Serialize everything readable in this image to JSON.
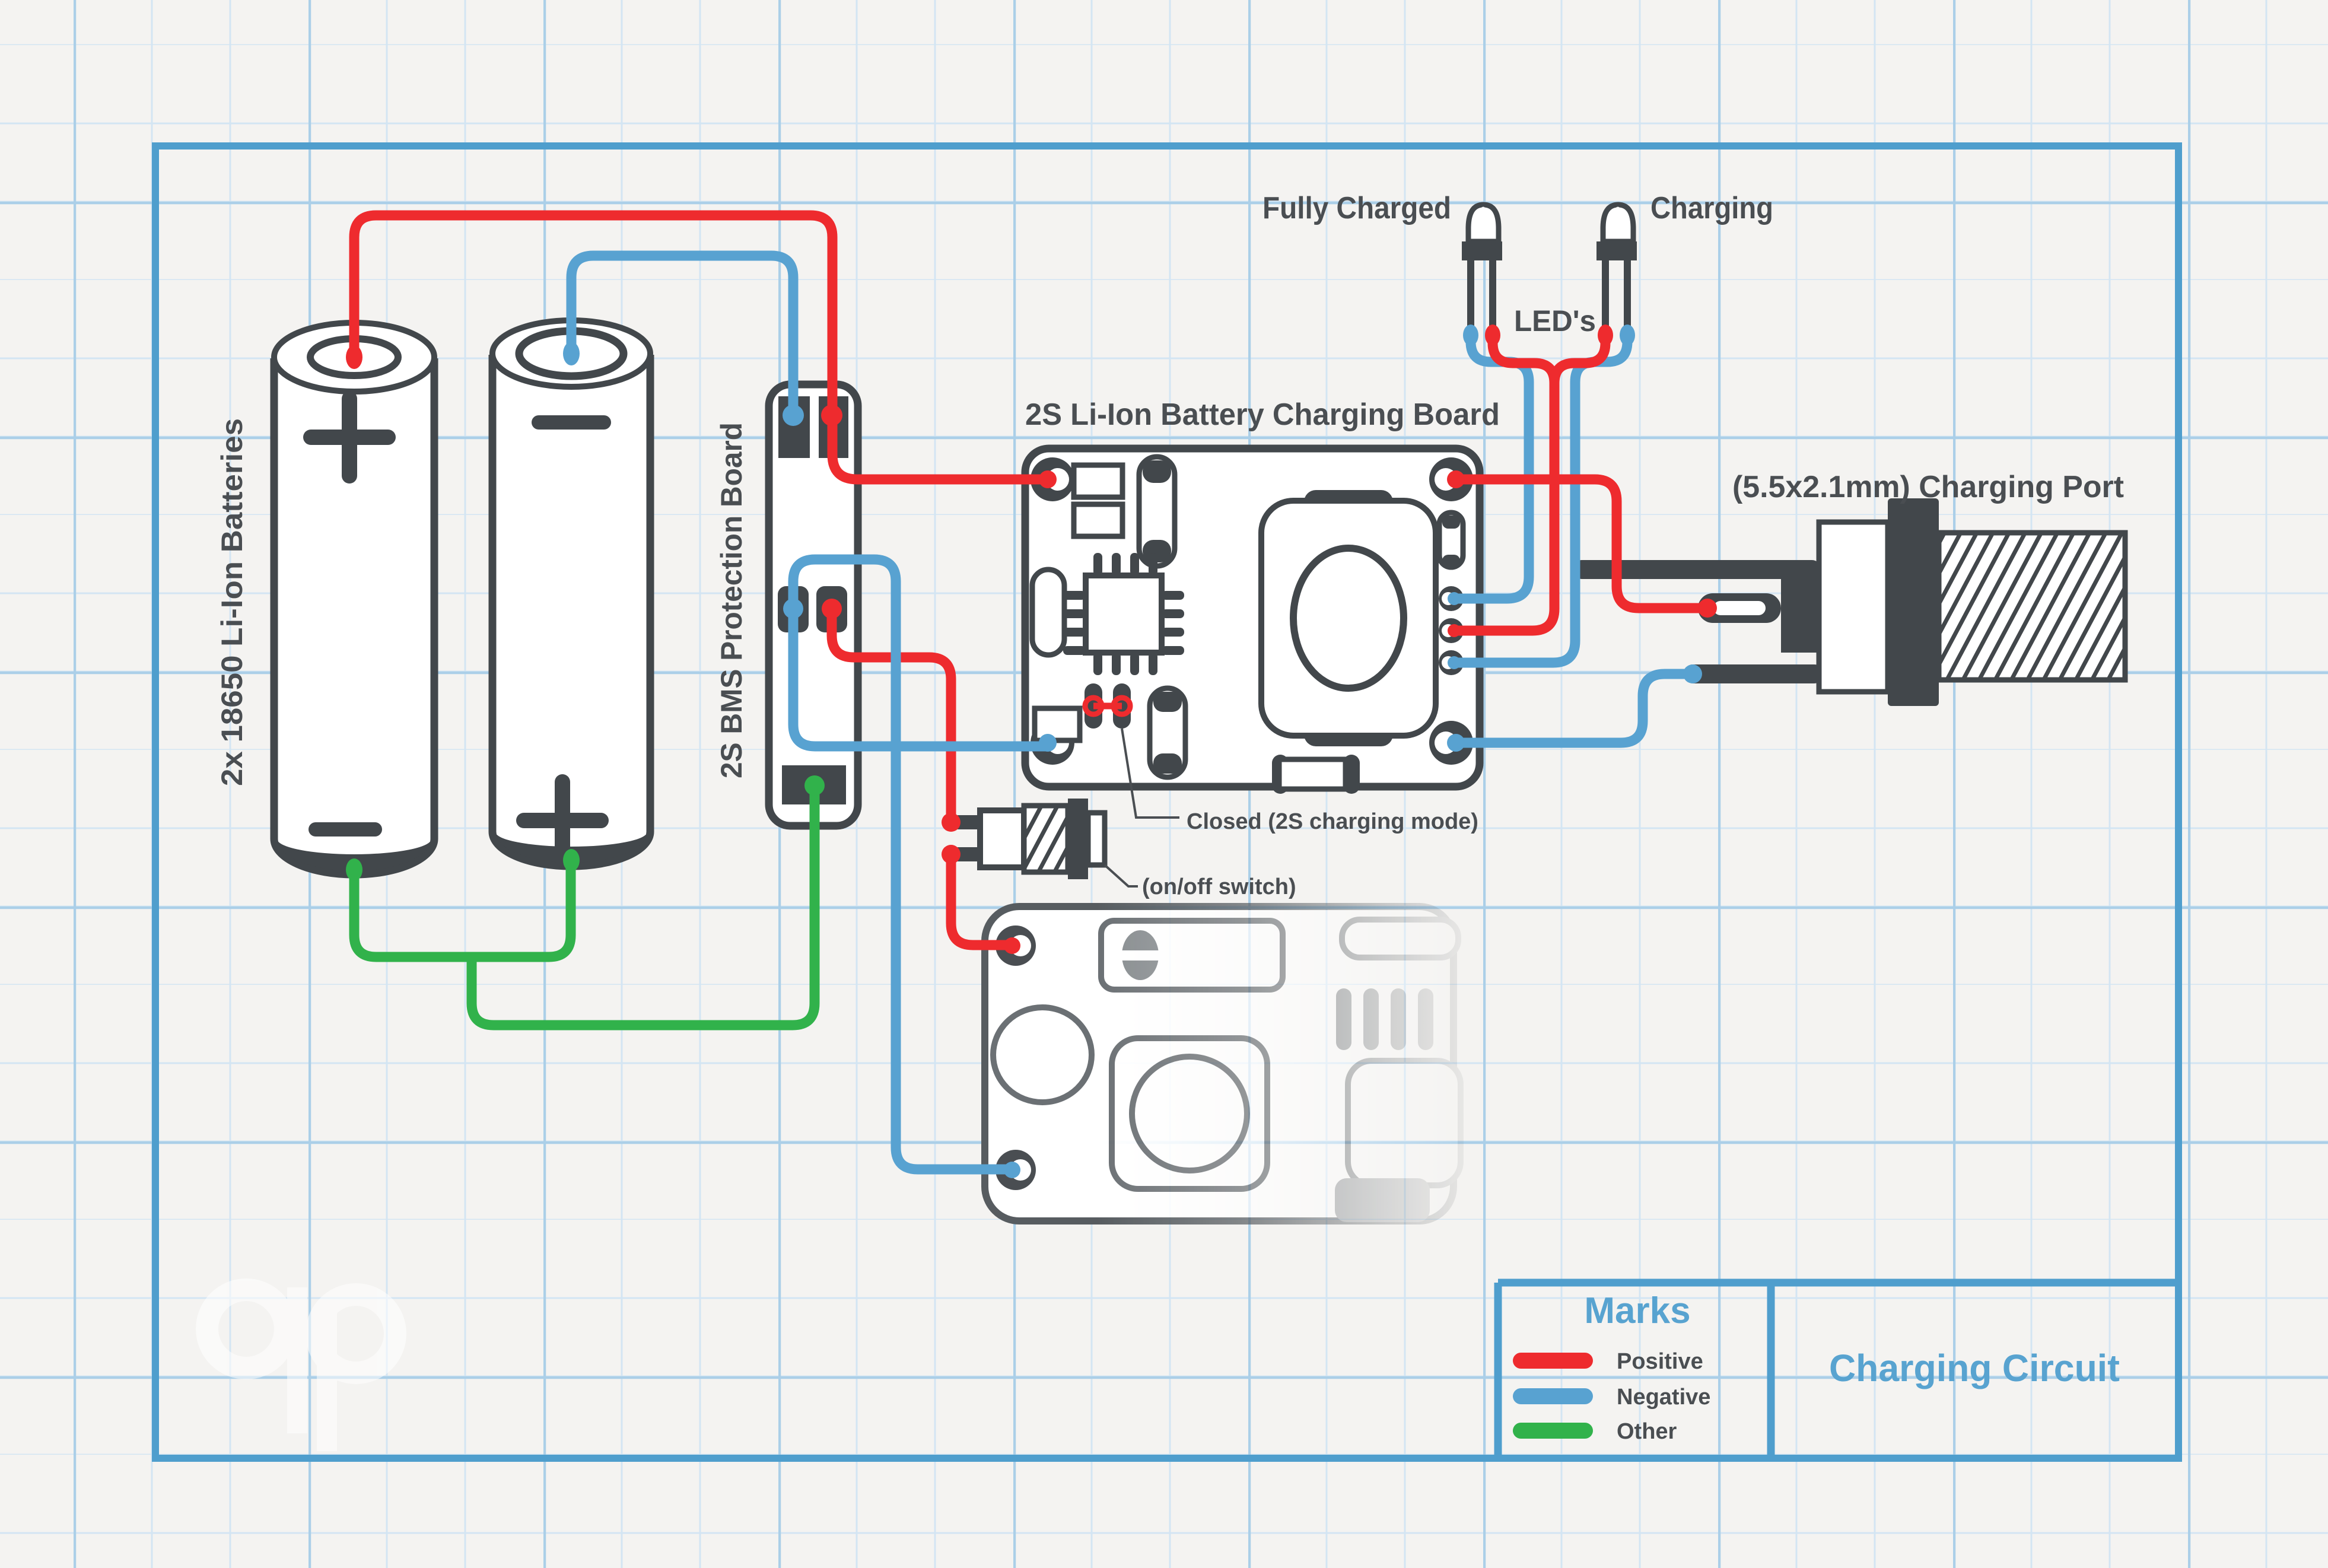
{
  "labels": {
    "batteries_label": "2x 18650 Li-Ion Batteries",
    "bms_label": "2S BMS Protection Board",
    "charger_label": "2S Li-Ion Battery Charging Board",
    "port_label": "(5.5x2.1mm) Charging Port",
    "led_left_label": "Fully Charged",
    "led_right_label": "Charging",
    "leds_label": "LED's",
    "jumper_note": "Closed (2S charging mode)",
    "switch_note": "(on/off switch)"
  },
  "legend": {
    "title": "Marks",
    "items": [
      {
        "label": "Positive",
        "key": "positive"
      },
      {
        "label": "Negative",
        "key": "negative"
      },
      {
        "label": "Other",
        "key": "other"
      }
    ],
    "doc_title": "Charging Circuit"
  },
  "colors": {
    "positive": "#ee2b2e",
    "negative": "#58a2d1",
    "other": "#31b24b",
    "component": "#42474b",
    "faded_component": "#6e7377",
    "label": "#4a4e52",
    "accent": "#58a3d0",
    "frame": "#4f9ecd",
    "grid_minor": "#d3e5f3",
    "grid_major": "#abcfe8",
    "paper": "#f4f3f1"
  }
}
